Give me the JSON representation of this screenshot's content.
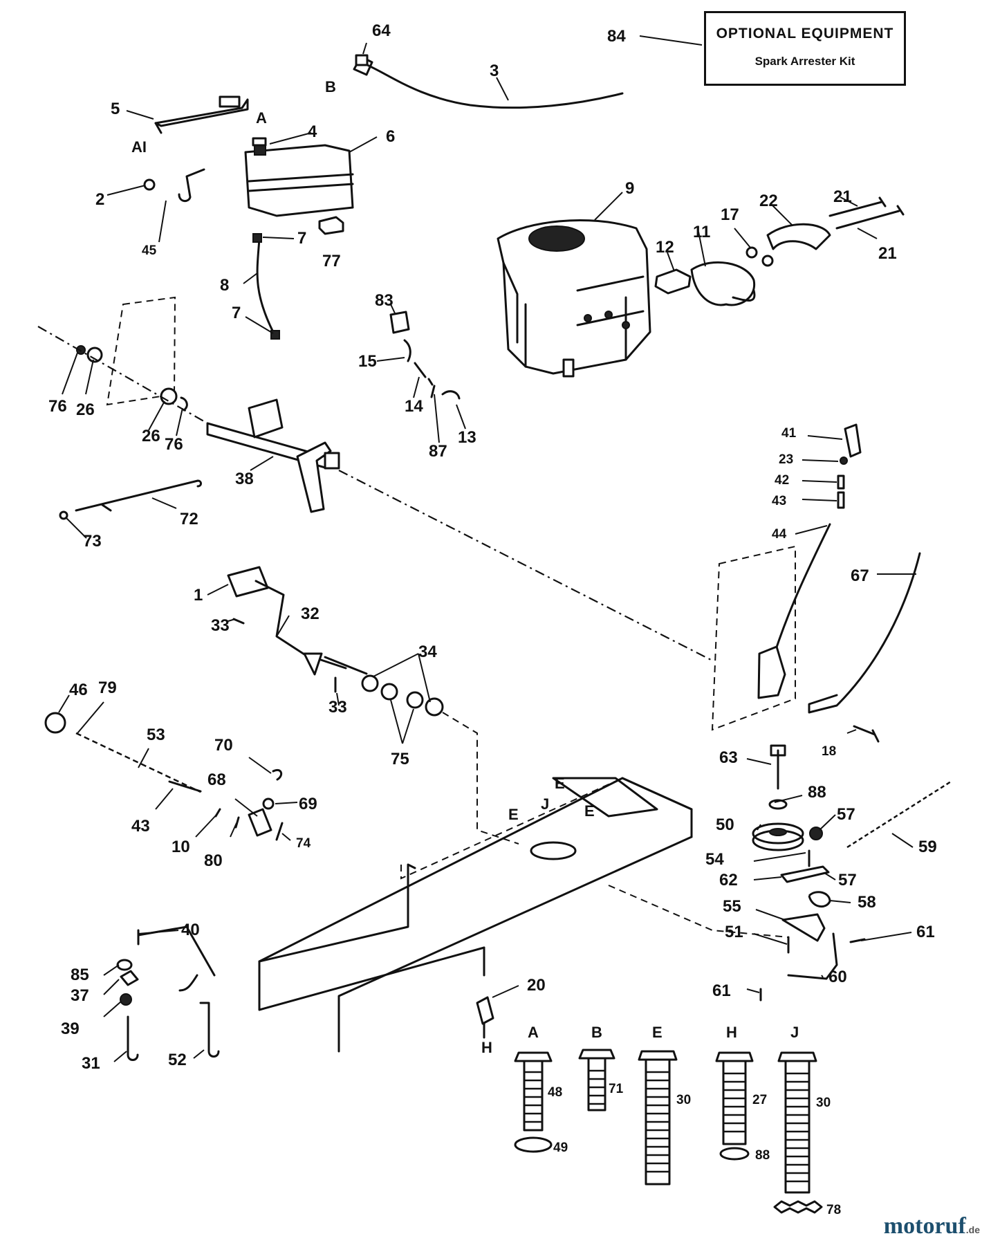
{
  "optional_equipment": {
    "title": "OPTIONAL EQUIPMENT",
    "item": "Spark Arrester Kit",
    "callout": "84"
  },
  "watermark": {
    "brand_pre": "motoruf",
    "brand_suffix": ".de",
    "dot_color": "#7cb342",
    "brand_color": "#1d4f6e"
  },
  "callouts": [
    {
      "id": "64",
      "text": "64"
    },
    {
      "id": "3",
      "text": "3"
    },
    {
      "id": "5",
      "text": "5"
    },
    {
      "id": "4",
      "text": "4"
    },
    {
      "id": "6",
      "text": "6"
    },
    {
      "id": "2",
      "text": "2"
    },
    {
      "id": "45",
      "text": "45"
    },
    {
      "id": "7a",
      "text": "7"
    },
    {
      "id": "77",
      "text": "77"
    },
    {
      "id": "8",
      "text": "8"
    },
    {
      "id": "7b",
      "text": "7"
    },
    {
      "id": "9",
      "text": "9"
    },
    {
      "id": "22",
      "text": "22"
    },
    {
      "id": "21a",
      "text": "21"
    },
    {
      "id": "21b",
      "text": "21"
    },
    {
      "id": "17",
      "text": "17"
    },
    {
      "id": "11",
      "text": "11"
    },
    {
      "id": "12",
      "text": "12"
    },
    {
      "id": "83",
      "text": "83"
    },
    {
      "id": "15",
      "text": "15"
    },
    {
      "id": "14",
      "text": "14"
    },
    {
      "id": "87",
      "text": "87"
    },
    {
      "id": "13",
      "text": "13"
    },
    {
      "id": "76a",
      "text": "76"
    },
    {
      "id": "26a",
      "text": "26"
    },
    {
      "id": "26b",
      "text": "26"
    },
    {
      "id": "76b",
      "text": "76"
    },
    {
      "id": "38",
      "text": "38"
    },
    {
      "id": "72",
      "text": "72"
    },
    {
      "id": "73",
      "text": "73"
    },
    {
      "id": "41",
      "text": "41"
    },
    {
      "id": "23",
      "text": "23"
    },
    {
      "id": "42",
      "text": "42"
    },
    {
      "id": "43a",
      "text": "43"
    },
    {
      "id": "44",
      "text": "44"
    },
    {
      "id": "67",
      "text": "67"
    },
    {
      "id": "1",
      "text": "1"
    },
    {
      "id": "32",
      "text": "32"
    },
    {
      "id": "33a",
      "text": "33"
    },
    {
      "id": "33b",
      "text": "33"
    },
    {
      "id": "34",
      "text": "34"
    },
    {
      "id": "75",
      "text": "75"
    },
    {
      "id": "46",
      "text": "46"
    },
    {
      "id": "79",
      "text": "79"
    },
    {
      "id": "53",
      "text": "53"
    },
    {
      "id": "70",
      "text": "70"
    },
    {
      "id": "68",
      "text": "68"
    },
    {
      "id": "69",
      "text": "69"
    },
    {
      "id": "43b",
      "text": "43"
    },
    {
      "id": "10",
      "text": "10"
    },
    {
      "id": "80",
      "text": "80"
    },
    {
      "id": "74",
      "text": "74"
    },
    {
      "id": "18",
      "text": "18"
    },
    {
      "id": "63",
      "text": "63"
    },
    {
      "id": "88a",
      "text": "88"
    },
    {
      "id": "57a",
      "text": "57"
    },
    {
      "id": "50",
      "text": "50"
    },
    {
      "id": "59",
      "text": "59"
    },
    {
      "id": "54",
      "text": "54"
    },
    {
      "id": "62",
      "text": "62"
    },
    {
      "id": "57b",
      "text": "57"
    },
    {
      "id": "58",
      "text": "58"
    },
    {
      "id": "55",
      "text": "55"
    },
    {
      "id": "51",
      "text": "51"
    },
    {
      "id": "61a",
      "text": "61"
    },
    {
      "id": "60",
      "text": "60"
    },
    {
      "id": "61b",
      "text": "61"
    },
    {
      "id": "40",
      "text": "40"
    },
    {
      "id": "85",
      "text": "85"
    },
    {
      "id": "37",
      "text": "37"
    },
    {
      "id": "39",
      "text": "39"
    },
    {
      "id": "31",
      "text": "31"
    },
    {
      "id": "52",
      "text": "52"
    },
    {
      "id": "20",
      "text": "20"
    },
    {
      "id": "48",
      "text": "48"
    },
    {
      "id": "49",
      "text": "49"
    },
    {
      "id": "71",
      "text": "71"
    },
    {
      "id": "30a",
      "text": "30"
    },
    {
      "id": "27",
      "text": "27"
    },
    {
      "id": "88b",
      "text": "88"
    },
    {
      "id": "30b",
      "text": "30"
    },
    {
      "id": "78",
      "text": "78"
    }
  ],
  "letters": [
    {
      "id": "B1",
      "text": "B"
    },
    {
      "id": "A1",
      "text": "A"
    },
    {
      "id": "A2",
      "text": "AI"
    },
    {
      "id": "E1",
      "text": "E"
    },
    {
      "id": "E2",
      "text": "E"
    },
    {
      "id": "J1",
      "text": "J"
    },
    {
      "id": "E3",
      "text": "E"
    },
    {
      "id": "H1",
      "text": "H"
    },
    {
      "id": "hA",
      "text": "A"
    },
    {
      "id": "hB",
      "text": "B"
    },
    {
      "id": "hE",
      "text": "E"
    },
    {
      "id": "hH",
      "text": "H"
    },
    {
      "id": "hJ",
      "text": "J"
    }
  ]
}
